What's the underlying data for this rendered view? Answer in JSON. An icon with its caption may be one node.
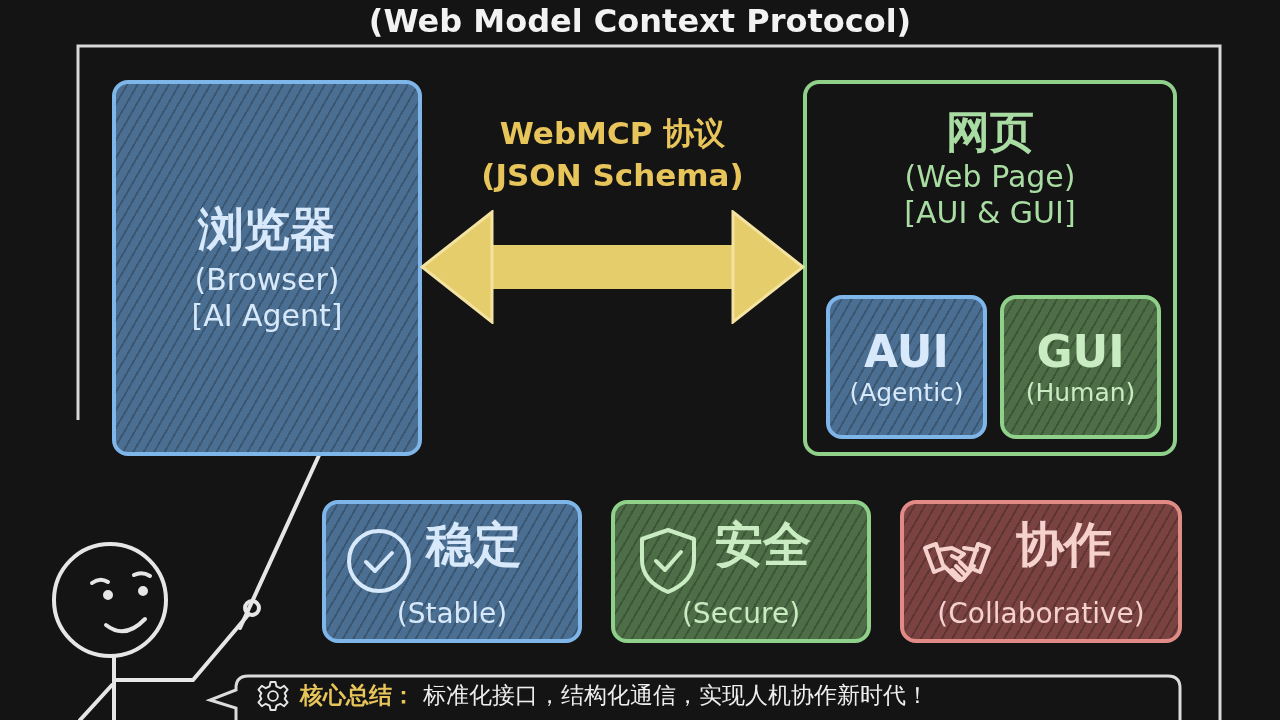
{
  "diagram": {
    "title": "(Web Model Context Protocol)",
    "nodes": [
      {
        "text": [
          "浏览器",
          "(Browser)",
          "[AI Agent]"
        ]
      },
      {
        "text": [
          "网页",
          "(Web Page)",
          "[AUI & GUI]"
        ]
      },
      {
        "text": [
          "AUI",
          "(Agentic)"
        ],
        "in": 1
      },
      {
        "text": [
          "GUI",
          "(Human)"
        ],
        "in": 1
      },
      {
        "text": [
          "稳定",
          "(Stable)"
        ]
      },
      {
        "text": [
          "安全",
          "(Secure)"
        ]
      },
      {
        "text": [
          "协作",
          "(Collaborative)"
        ]
      },
      {
        "text": [
          "核心总结：",
          "标准化接口，结构化通信，实现人机协作新时代！"
        ]
      }
    ],
    "edges": [
      {
        "from": 0,
        "to": 1,
        "arrow": "both",
        "label": "WebMCP 协议 (JSON Schema)",
        "style": "thick"
      }
    ]
  }
}
